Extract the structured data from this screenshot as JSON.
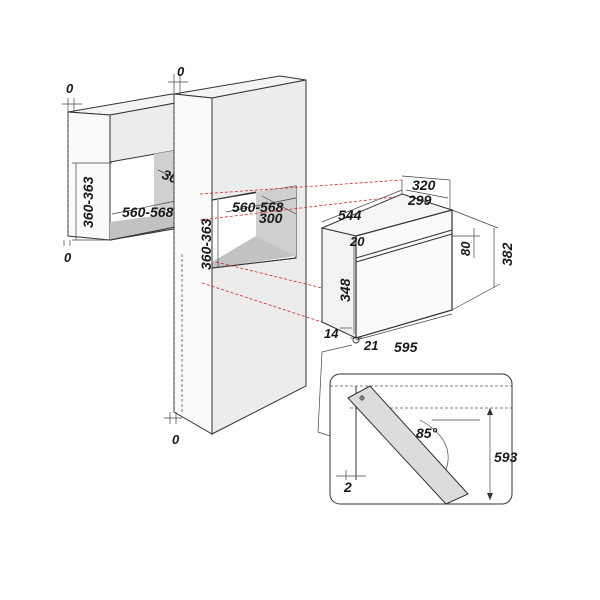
{
  "dims": {
    "left_top_gap": "0",
    "left_bottom_gap": "0",
    "left_height": "360-363",
    "left_width": "560-568",
    "left_depth": "300",
    "tall_top_gap": "0",
    "tall_bottom_gap": "0",
    "tall_height": "360-363",
    "tall_width": "560-568",
    "tall_depth": "300",
    "oven_depth_total": "544",
    "oven_depth_body_a": "320",
    "oven_depth_body_b": "299",
    "oven_front_top": "20",
    "oven_panel_height": "80",
    "oven_total_height": "382",
    "oven_body_height": "348",
    "oven_side_offset": "14",
    "oven_bottom_offset": "21",
    "oven_width": "595",
    "door_angle": "85°",
    "door_height": "593",
    "door_gap": "2"
  }
}
